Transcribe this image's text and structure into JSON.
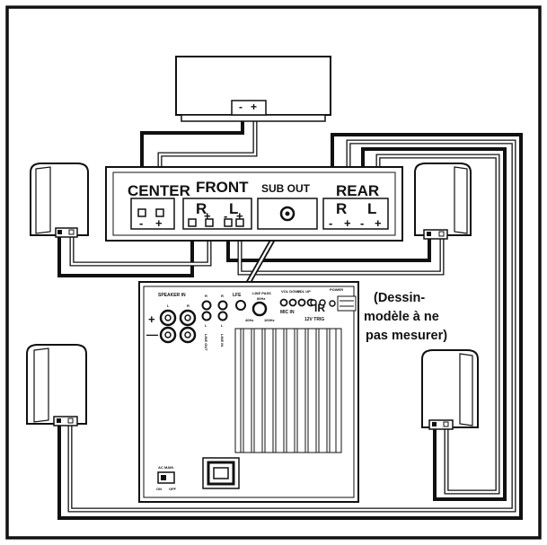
{
  "receiver": {
    "center": "CENTER",
    "front": "FRONT",
    "sub_out": "SUB OUT",
    "rear": "REAR",
    "right": "R",
    "left": "L",
    "minus": "-",
    "plus": "+"
  },
  "subwoofer": {
    "speaker_in": "SPEAKER IN",
    "line_out": "LINE OUT",
    "line_in": "LINE IN",
    "lfe": "LFE",
    "line_pass": "LINE PASS",
    "freq_low": "40Hz",
    "freq_mid": "80Hz",
    "freq_high": "160Hz",
    "vol_down": "VOL DOWN",
    "vol_up": "VOL UP",
    "mic_in": "MIC IN",
    "ir": "IR",
    "trig": "12V TRIG",
    "power": "POWER",
    "ac_main": "AC MAIN",
    "on": "ON",
    "off": "OFF",
    "right": "R",
    "left": "L",
    "plus": "+",
    "minus": "—"
  },
  "note": {
    "line1": "(Dessin-",
    "line2": "modèle à ne",
    "line3": "pas mesurer)"
  },
  "speaker_terminals": {
    "minus": "-",
    "plus": "+"
  }
}
